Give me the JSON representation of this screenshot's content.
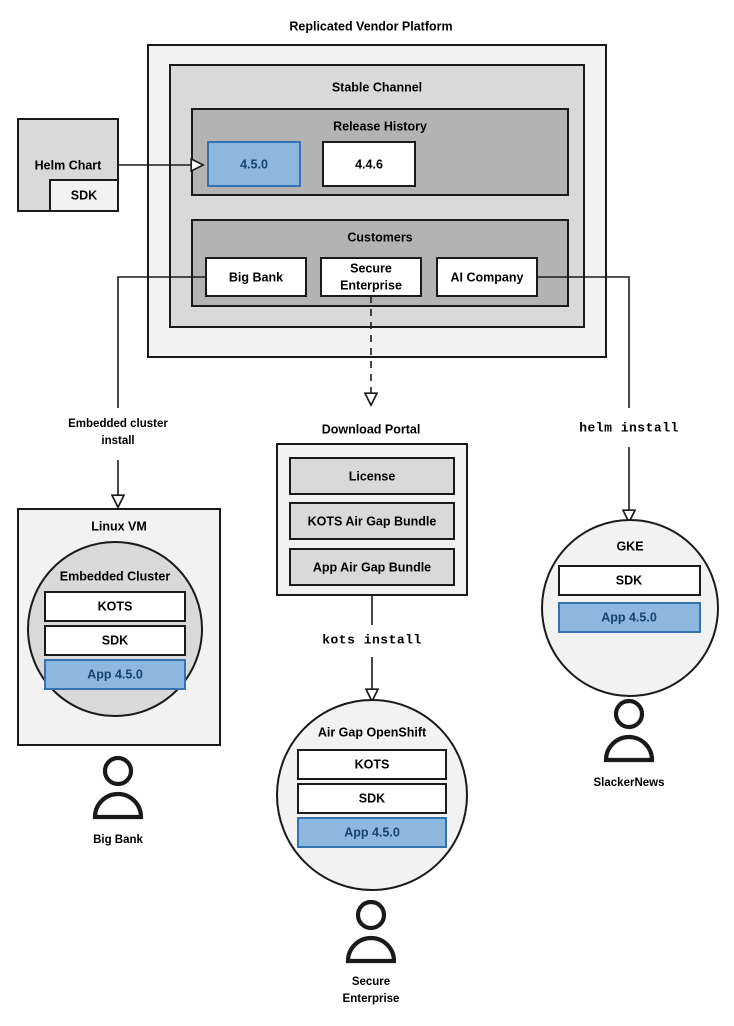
{
  "platform": {
    "title": "Replicated Vendor Platform",
    "channel": {
      "title": "Stable Channel",
      "release_history": {
        "title": "Release History",
        "releases": [
          {
            "version": "4.5.0",
            "highlighted": true
          },
          {
            "version": "4.4.6",
            "highlighted": false
          }
        ]
      },
      "customers": {
        "title": "Customers",
        "items": [
          {
            "name": "Big Bank"
          },
          {
            "name": "Secure Enterprise",
            "line1": "Secure",
            "line2": "Enterprise"
          },
          {
            "name": "AI Company"
          }
        ]
      }
    }
  },
  "helm_chart": {
    "title": "Helm Chart",
    "sdk_label": "SDK"
  },
  "download_portal": {
    "title": "Download Portal",
    "items": [
      "License",
      "KOTS Air Gap Bundle",
      "App Air Gap Bundle"
    ]
  },
  "connectors": {
    "embedded_install": {
      "line1": "Embedded cluster",
      "line2": "install"
    },
    "kots_install": "kots install",
    "helm_install": "helm install"
  },
  "targets": {
    "linux_vm": {
      "title": "Linux VM",
      "cluster_title": "Embedded Cluster",
      "components": [
        {
          "label": "KOTS",
          "highlighted": false
        },
        {
          "label": "SDK",
          "highlighted": false
        },
        {
          "label": "App 4.5.0",
          "highlighted": true
        }
      ],
      "actor": "Big Bank"
    },
    "airgap_openshift": {
      "title": "Air Gap OpenShift",
      "components": [
        {
          "label": "KOTS",
          "highlighted": false
        },
        {
          "label": "SDK",
          "highlighted": false
        },
        {
          "label": "App 4.5.0",
          "highlighted": true
        }
      ],
      "actor_line1": "Secure",
      "actor_line2": "Enterprise"
    },
    "gke": {
      "title": "GKE",
      "components": [
        {
          "label": "SDK",
          "highlighted": false
        },
        {
          "label": "App 4.5.0",
          "highlighted": true
        }
      ],
      "actor": "SlackerNews"
    }
  },
  "colors": {
    "highlight_fill": "#8cb8e0",
    "highlight_stroke": "#3573b0",
    "highlight_text": "#15436b",
    "outer_fill": "#f2f2f2",
    "mid_fill": "#d9d9d9",
    "inner_fill": "#b3b3b3",
    "stroke": "#1a1a1a"
  }
}
